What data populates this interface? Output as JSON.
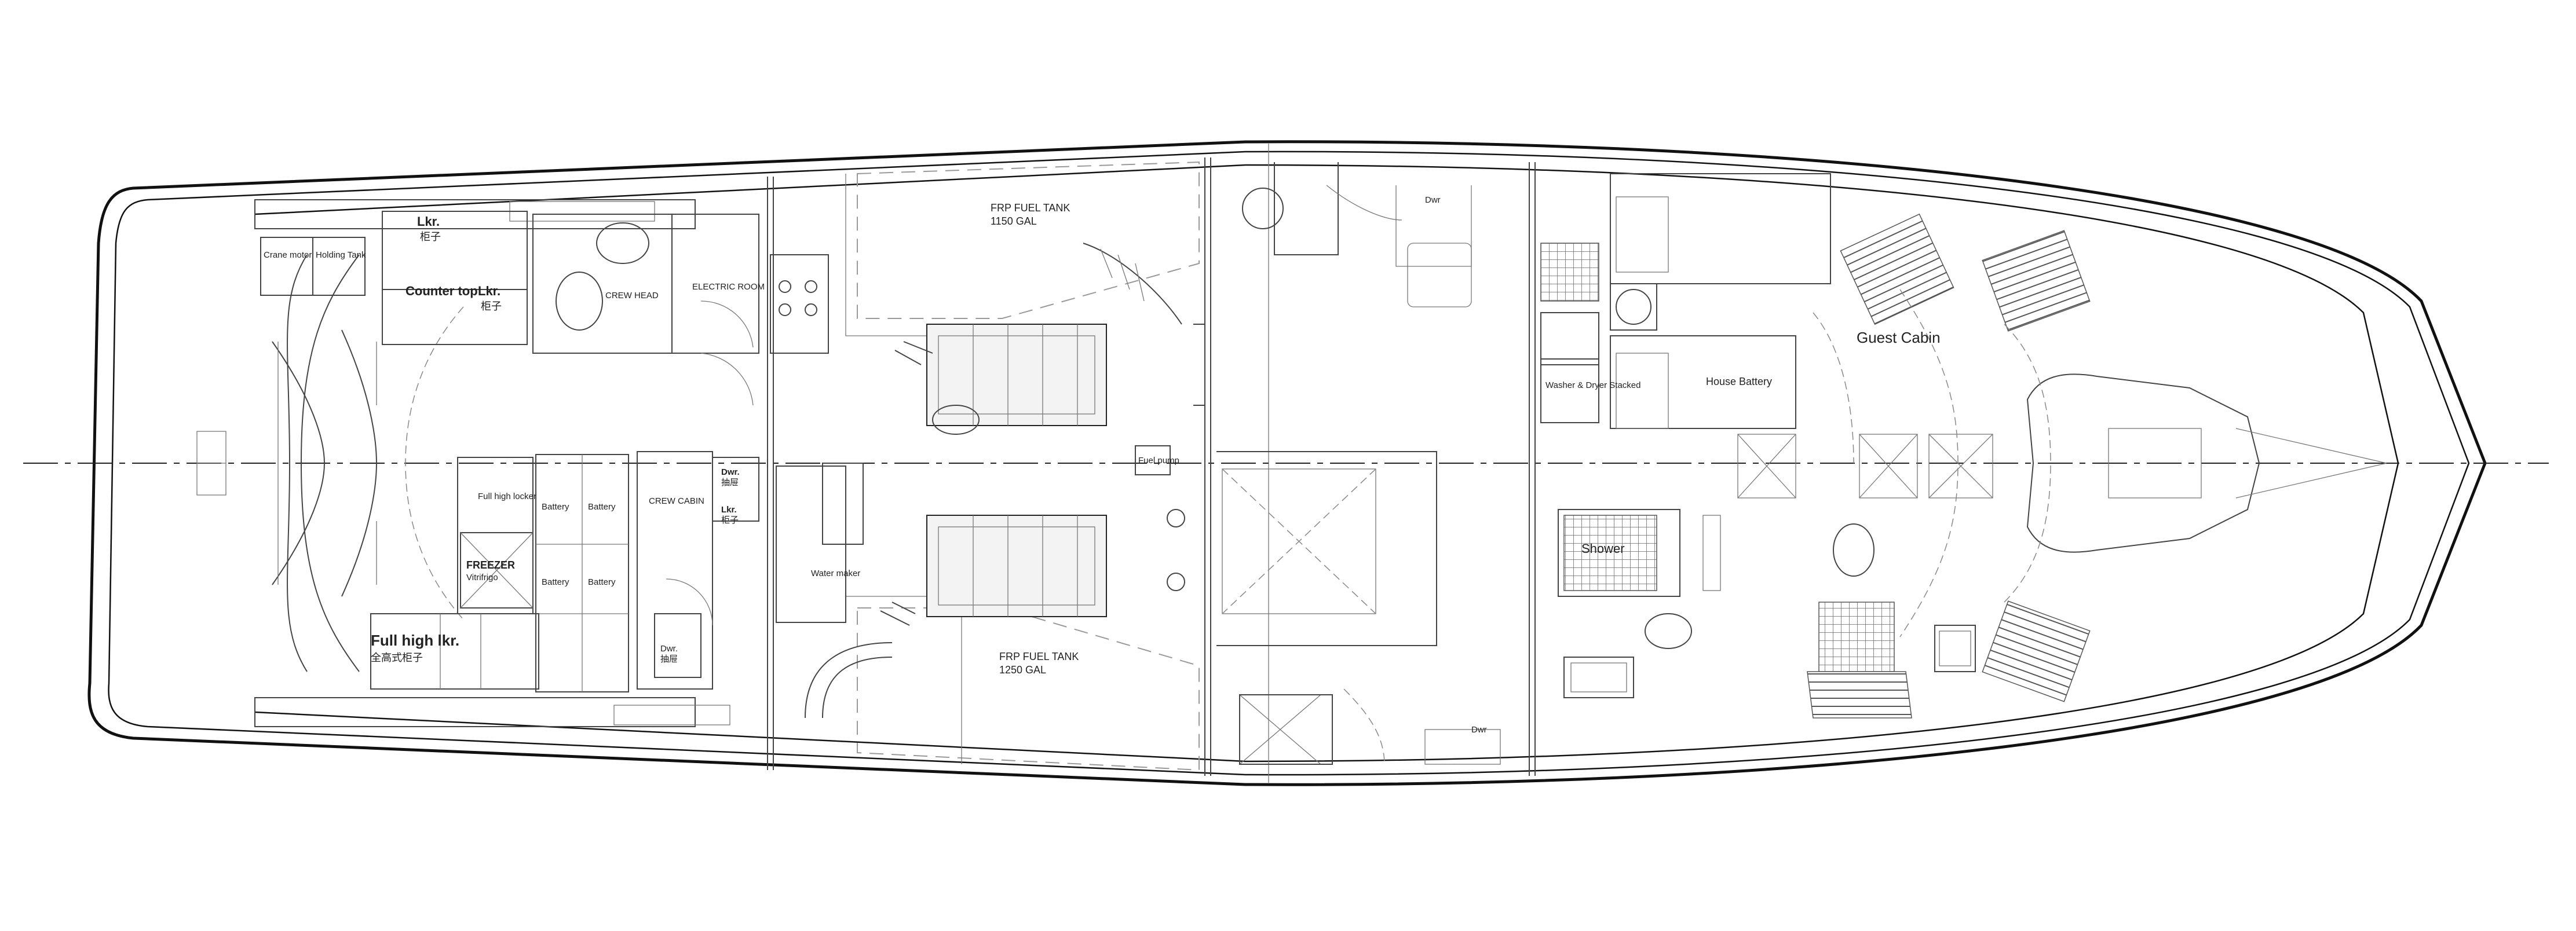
{
  "labels": {
    "crane_motor": "Crane motor",
    "holding_tank": "Holding Tank",
    "lkr_1": "Lkr.",
    "lkr_1_cn": "柜子",
    "counter_top": "Counter top",
    "lkr_2": "Lkr.",
    "lkr_2_cn": "柜子",
    "crew_head": "CREW HEAD",
    "electric_room": "ELECTRIC ROOM",
    "fuel_tank_top": "FRP FUEL TANK",
    "fuel_tank_top_cap": "1150 GAL",
    "fuel_tank_bottom": "FRP FUEL TANK",
    "fuel_tank_bottom_cap": "1250 GAL",
    "full_high_locker": "Full high locker",
    "battery_1": "Battery",
    "battery_2": "Battery",
    "battery_3": "Battery",
    "battery_4": "Battery",
    "crew_cabin": "CREW CABIN",
    "dwr_1": "Dwr.",
    "dwr_1_cn": "抽屉",
    "lkr_3": "Lkr.",
    "lkr_3_cn": "柜子",
    "freezer": "FREEZER",
    "vitrifrigo": "Vitrifrigo",
    "full_high_lkr": "Full high lkr.",
    "full_high_lkr_cn": "全高式柜子",
    "dwr_2": "Dwr.",
    "dwr_2_cn": "抽屉",
    "water_maker": "Water maker",
    "dwr_3": "Dwr",
    "dwr_4": "Dwr",
    "fuel_pump": "Fuel pump",
    "washer_dryer": "Washer & Dryer Stacked",
    "house_battery": "House Battery",
    "shower": "Shower",
    "guest_cabin": "Guest Cabin"
  }
}
